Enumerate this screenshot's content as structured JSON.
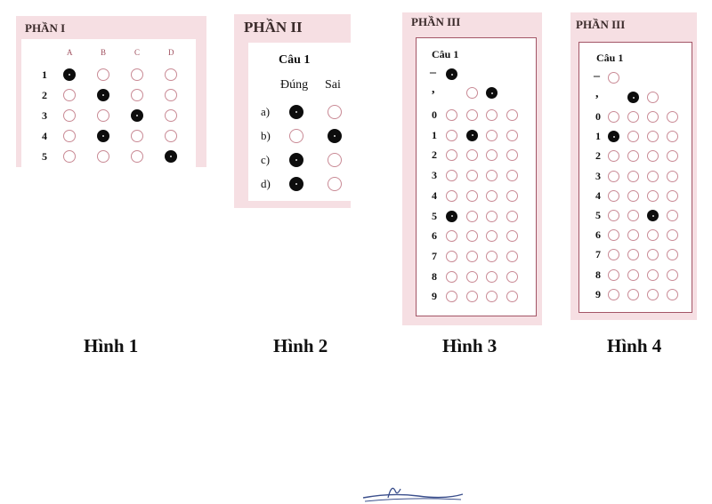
{
  "figure1": {
    "title": "PHẦN I",
    "columns": [
      "A",
      "B",
      "C",
      "D"
    ],
    "rows": [
      {
        "label": "1",
        "filled": 0
      },
      {
        "label": "2",
        "filled": 1
      },
      {
        "label": "3",
        "filled": 2
      },
      {
        "label": "4",
        "filled": 1
      },
      {
        "label": "5",
        "filled": 3
      }
    ],
    "caption": "Hình 1"
  },
  "figure2": {
    "title": "PHẦN II",
    "question": "Câu 1",
    "true_label": "Đúng",
    "false_label": "Sai",
    "rows": [
      {
        "label": "a)",
        "filled": 0
      },
      {
        "label": "b)",
        "filled": 1
      },
      {
        "label": "c)",
        "filled": 0
      },
      {
        "label": "d)",
        "filled": 0
      }
    ],
    "caption": "Hình 2"
  },
  "figure3": {
    "title": "PHẦN III",
    "question": "Câu 1",
    "minus_label": "–",
    "comma_label": ",",
    "minus_filled": true,
    "comma_filled_col": 2,
    "digit_labels": [
      "0",
      "1",
      "2",
      "3",
      "4",
      "5",
      "6",
      "7",
      "8",
      "9"
    ],
    "answer_digits": [
      5,
      1,
      null,
      null
    ],
    "caption": "Hình 3"
  },
  "figure4": {
    "title": "PHẦN III",
    "question": "Câu 1",
    "minus_label": "–",
    "comma_label": ",",
    "minus_filled": false,
    "comma_filled_col": 1,
    "digit_labels": [
      "0",
      "1",
      "2",
      "3",
      "4",
      "5",
      "6",
      "7",
      "8",
      "9"
    ],
    "answer_digits": [
      1,
      null,
      5,
      null
    ],
    "caption": "Hình 4"
  }
}
